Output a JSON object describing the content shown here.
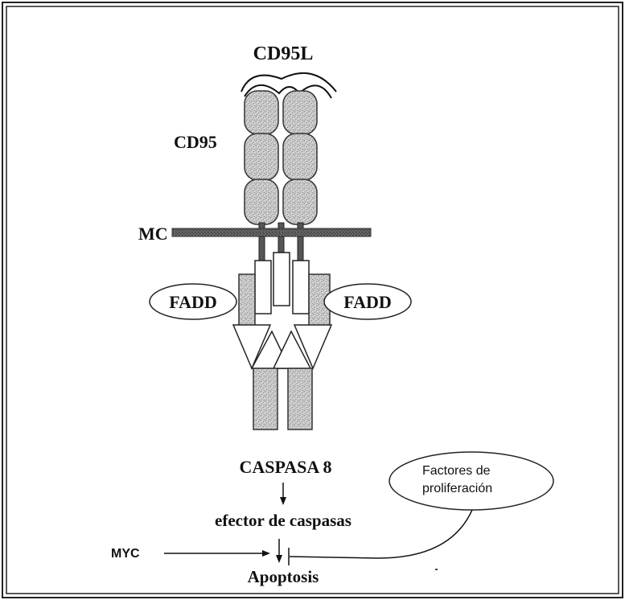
{
  "labels": {
    "ligand": "CD95L",
    "receptor": "CD95",
    "membrane": "MC",
    "adaptor_left": "FADD",
    "adaptor_right": "FADD",
    "initiator": "CASPASA 8",
    "effector": "efector de caspasas",
    "myc": "MYC",
    "outcome": "Apoptosis",
    "proliferation_line1": "Factores de",
    "proliferation_line2": "proliferación"
  }
}
